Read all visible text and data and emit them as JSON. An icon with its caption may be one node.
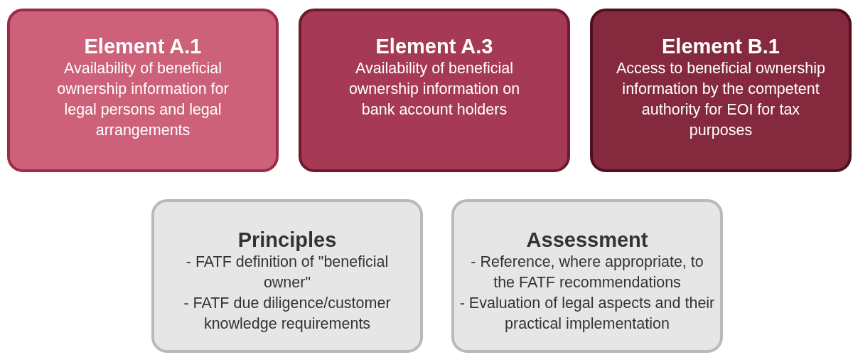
{
  "diagram": {
    "nodes": [
      {
        "text": [
          "Element A.1",
          "Availability of beneficial ownership information for legal persons and legal arrangements"
        ]
      },
      {
        "text": [
          "Element A.3",
          "Availability of beneficial ownership information on bank account holders"
        ]
      },
      {
        "text": [
          "Element B.1",
          "Access to beneficial ownership information by the competent authority for EOI for tax purposes"
        ]
      },
      {
        "text": [
          "Principles",
          "- FATF definition of \"beneficial owner\"",
          "- FATF due diligence/customer knowledge requirements"
        ]
      },
      {
        "text": [
          "Assessment",
          "- Reference, where appropriate, to the FATF recommendations",
          "- Evaluation of legal aspects and their practical implementation"
        ]
      }
    ]
  }
}
